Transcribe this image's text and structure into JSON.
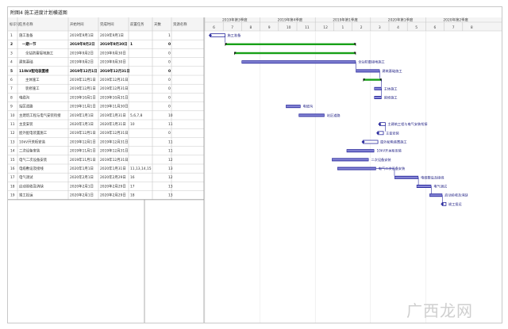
{
  "window": {
    "title": "附图4  施工进度计划横道图"
  },
  "table": {
    "headers": {
      "id": "标识号",
      "name": "任务名称",
      "start": "开始时间",
      "finish": "完成时间",
      "pred": "前置任务",
      "duration": "天数",
      "resource": "资源名称"
    },
    "rows": [
      {
        "id": "1",
        "name": "施工准备",
        "start": "2019年9月1日",
        "finish": "2019年9月1日",
        "pred": "",
        "duration": "1",
        "summary": false,
        "indent": 0
      },
      {
        "id": "2",
        "name": "一期一节",
        "start": "2019年9月2日",
        "finish": "2019年9月30日",
        "pred": "1",
        "duration": "0",
        "summary": true,
        "indent": 1
      },
      {
        "id": "3",
        "name": "全站防雷接地施工",
        "start": "2019年9月2日",
        "finish": "2019年9月30日",
        "pred": "",
        "duration": "0",
        "summary": false,
        "indent": 2
      },
      {
        "id": "4",
        "name": "建筑基础",
        "start": "2019年9月2日",
        "finish": "2019年9月30日",
        "pred": "",
        "duration": "0",
        "summary": false,
        "indent": 0
      },
      {
        "id": "5",
        "name": "110kV配电装置楼",
        "start": "2019年12月1日",
        "finish": "2019年12月31日",
        "pred": "",
        "duration": "0",
        "summary": true,
        "indent": 0
      },
      {
        "id": "6",
        "name": "主体施工",
        "start": "2019年12月1日",
        "finish": "2019年12月31日",
        "pred": "",
        "duration": "0",
        "summary": false,
        "indent": 2
      },
      {
        "id": "7",
        "name": "装修施工",
        "start": "2019年12月1日",
        "finish": "2019年12月31日",
        "pred": "",
        "duration": "0",
        "summary": false,
        "indent": 2
      },
      {
        "id": "8",
        "name": "电缆沟",
        "start": "2019年10月1日",
        "finish": "2019年10月31日",
        "pred": "",
        "duration": "0",
        "summary": false,
        "indent": 0
      },
      {
        "id": "9",
        "name": "站区道路",
        "start": "2019年11月1日",
        "finish": "2019年11月30日",
        "pred": "",
        "duration": "0",
        "summary": false,
        "indent": 0
      },
      {
        "id": "10",
        "name": "主建筑工程与电气安装衔接",
        "start": "2019年1月1日",
        "finish": "2019年1月31日",
        "pred": "5,6,7,8",
        "duration": "10",
        "summary": false,
        "indent": 0
      },
      {
        "id": "11",
        "name": "主变安装",
        "start": "2020年1月1日",
        "finish": "2020年1月31日",
        "pred": "10",
        "duration": "11",
        "summary": false,
        "indent": 0
      },
      {
        "id": "12",
        "name": "屋外配电装置施工",
        "start": "2019年12月1日",
        "finish": "2019年12月31日",
        "pred": "",
        "duration": "0",
        "summary": false,
        "indent": 0
      },
      {
        "id": "13",
        "name": "10kV开关柜安装",
        "start": "2019年12月1日",
        "finish": "2019年12月31日",
        "pred": "",
        "duration": "11",
        "summary": false,
        "indent": 0
      },
      {
        "id": "14",
        "name": "二次设备安装",
        "start": "2019年11月1日",
        "finish": "2019年12月31日",
        "pred": "",
        "duration": "11",
        "summary": false,
        "indent": 0
      },
      {
        "id": "15",
        "name": "电气二次设备安装",
        "start": "2019年11月1日",
        "finish": "2019年12月31日",
        "pred": "",
        "duration": "12",
        "summary": false,
        "indent": 0
      },
      {
        "id": "16",
        "name": "电缆敷设及接线",
        "start": "2020年1月1日",
        "finish": "2020年1月31日",
        "pred": "11,13,14,15",
        "duration": "13",
        "summary": false,
        "indent": 0
      },
      {
        "id": "17",
        "name": "电气调试",
        "start": "2020年2月1日",
        "finish": "2020年2月29日",
        "pred": "16",
        "duration": "12",
        "summary": false,
        "indent": 0
      },
      {
        "id": "18",
        "name": "启动验收及消缺",
        "start": "2020年2月1日",
        "finish": "2020年2月29日",
        "pred": "17",
        "duration": "13",
        "summary": false,
        "indent": 0
      },
      {
        "id": "19",
        "name": "竣工投运",
        "start": "2020年2月1日",
        "finish": "2020年2月29日",
        "pred": "18",
        "duration": "13",
        "summary": false,
        "indent": 0
      }
    ]
  },
  "timeline": {
    "quarters": [
      "2019年第3季度",
      "2019年第4季度",
      "2019年第1季度",
      "2020年第1季度",
      "2020年第2季度"
    ],
    "months": [
      "6",
      "7",
      "8",
      "9",
      "10",
      "11",
      "12",
      "1",
      "2",
      "3",
      "4",
      "5",
      "6",
      "7",
      "8"
    ]
  },
  "bars": [
    {
      "row": 1,
      "start": 0.3,
      "end": 1.1,
      "kind": "milestone",
      "label": "施工准备"
    },
    {
      "row": 2,
      "start": 1.1,
      "end": 8.2,
      "kind": "summary",
      "label": ""
    },
    {
      "row": 3,
      "start": 1.6,
      "end": 8.2,
      "kind": "summary",
      "label": ""
    },
    {
      "row": 4,
      "start": 2.0,
      "end": 8.2,
      "kind": "task",
      "label": "全站防雷接地施工"
    },
    {
      "row": 5,
      "start": 8.2,
      "end": 9.5,
      "kind": "task",
      "label": "建筑基础施工"
    },
    {
      "row": 6,
      "start": 8.6,
      "end": 9.6,
      "kind": "summary",
      "label": ""
    },
    {
      "row": 7,
      "start": 9.2,
      "end": 9.6,
      "kind": "task",
      "label": "主体施工"
    },
    {
      "row": 8,
      "start": 9.2,
      "end": 9.6,
      "kind": "task",
      "label": "装修施工"
    },
    {
      "row": 9,
      "start": 4.4,
      "end": 5.2,
      "kind": "task",
      "label": "电缆沟"
    },
    {
      "row": 10,
      "start": 5.1,
      "end": 6.5,
      "kind": "task",
      "label": "站区道路"
    },
    {
      "row": 11,
      "start": 9.5,
      "end": 9.8,
      "kind": "milestone",
      "label": "主建筑工程与电气安装衔接"
    },
    {
      "row": 12,
      "start": 9.4,
      "end": 9.7,
      "kind": "milestone",
      "label": "主变安装"
    },
    {
      "row": 13,
      "start": 8.6,
      "end": 9.4,
      "kind": "milestone",
      "label": "屋外配电装置施工"
    },
    {
      "row": 14,
      "start": 7.7,
      "end": 9.2,
      "kind": "task",
      "label": "10kV开关柜安装"
    },
    {
      "row": 15,
      "start": 6.9,
      "end": 8.9,
      "kind": "task",
      "label": "二次设备安装"
    },
    {
      "row": 16,
      "start": 7.2,
      "end": 9.3,
      "kind": "task",
      "label": "电气二次设备安装"
    },
    {
      "row": 17,
      "start": 10.3,
      "end": 11.6,
      "kind": "task",
      "label": "电缆敷设及接线"
    },
    {
      "row": 18,
      "start": 11.5,
      "end": 12.3,
      "kind": "task",
      "label": "电气调试"
    },
    {
      "row": 19,
      "start": 12.2,
      "end": 12.9,
      "kind": "task",
      "label": "启动验收及消缺"
    },
    {
      "row": 20,
      "start": 12.9,
      "end": 13.1,
      "kind": "milestone",
      "label": "竣工投运"
    }
  ],
  "colors": {
    "bar": "#2b2b9e",
    "summary": "#18a018",
    "grid": "#c8c8c8",
    "header_bg": "#f4f4f4"
  },
  "watermark": {
    "text": "广西龙网"
  }
}
